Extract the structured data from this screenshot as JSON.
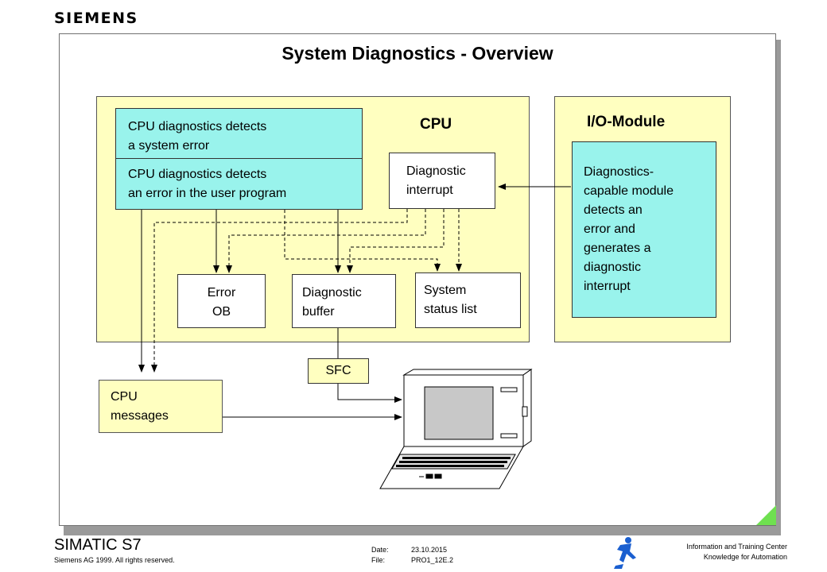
{
  "header": {
    "brand": "SIEMENS"
  },
  "slide": {
    "title": "System Diagnostics - Overview"
  },
  "cpu_panel": {
    "label": "CPU",
    "system_error_box": "CPU diagnostics detects\na system error",
    "user_program_box": "CPU diagnostics detects\nan error in the user program",
    "diag_interrupt_box": "Diagnostic\ninterrupt",
    "error_ob_box": "Error\nOB",
    "diag_buffer_box": "Diagnostic\nbuffer",
    "system_status_box": "System\nstatus list"
  },
  "io_panel": {
    "label": "I/O-Module",
    "module_box": "Diagnostics-\ncapable module\ndetects an\nerror and\ngenerates a\ndiagnostic\ninterrupt"
  },
  "sfc_label": "SFC",
  "cpu_messages": "CPU\nmessages",
  "footer": {
    "product": "SIMATIC S7",
    "copyright": "Siemens AG 1999. All rights reserved.",
    "date_label": "Date:",
    "date_value": "23.10.2015",
    "file_label": "File:",
    "file_value": "PRO1_12E.2",
    "center_line1": "Information and Training Center",
    "center_line2": "Knowledge for Automation"
  },
  "colors": {
    "panel_fill": "#ffffc0",
    "box_cyan": "#99f3ec",
    "corner_green": "#6fe050"
  }
}
